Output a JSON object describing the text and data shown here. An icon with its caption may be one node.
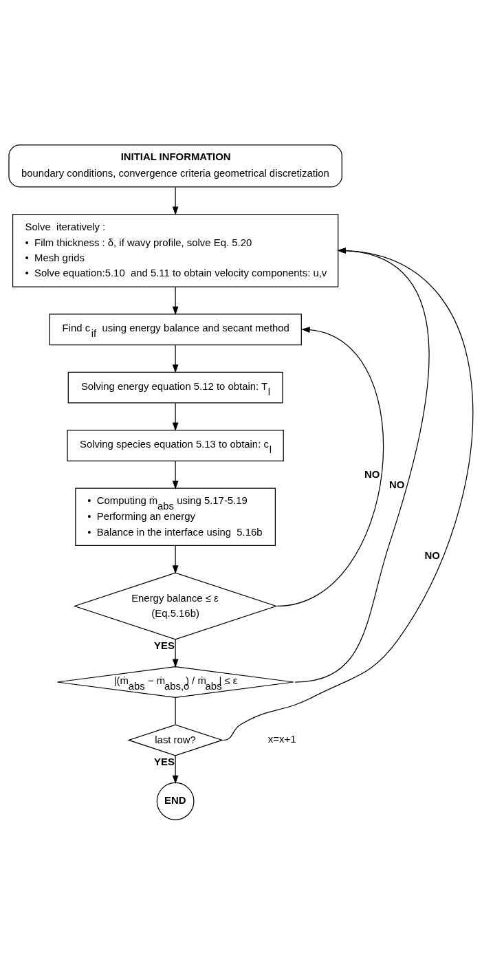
{
  "diagram": {
    "nodes": [
      {
        "text": [
          "INITIAL INFORMATION",
          "boundary conditions, convergence criteria geometrical discretization"
        ]
      },
      {
        "text": [
          "Solve  iteratively :",
          "•  Film thickness : δ, if wavy profile, solve Eq. 5.20",
          "•  Mesh grids",
          "•  Solve equation:5.10  and 5.11 to obtain velocity components: u,v"
        ]
      },
      {
        "text": [
          "Find c$_{if}$  using energy balance and secant method"
        ]
      },
      {
        "text": [
          "Solving energy equation 5.12 to obtain: T$_{l}$"
        ]
      },
      {
        "text": [
          "Solving species equation 5.13 to obtain: c$_{l}$"
        ]
      },
      {
        "text": [
          "•  Computing ṁ$_{abs}$  using 5.17-5.19",
          "•  Performing an energy",
          "•  Balance in the interface using  5.16b"
        ]
      },
      {
        "text": [
          "Energy balance ≤ ε",
          "(Eq.5.16b)"
        ]
      },
      {
        "text": [
          "|(ṁ$_{abs}$ − ṁ$_{abs,o}$) / ṁ$_{abs}$| ≤ ε"
        ]
      },
      {
        "text": [
          "last row?"
        ]
      },
      {
        "text": [
          "END"
        ]
      }
    ],
    "edges": [
      {
        "from": 0,
        "to": 1,
        "arrow": "to"
      },
      {
        "from": 1,
        "to": 2,
        "arrow": "to"
      },
      {
        "from": 2,
        "to": 3,
        "arrow": "to"
      },
      {
        "from": 3,
        "to": 4,
        "arrow": "to"
      },
      {
        "from": 4,
        "to": 5,
        "arrow": "to"
      },
      {
        "from": 5,
        "to": 6,
        "arrow": "to"
      },
      {
        "from": 6,
        "to": 2,
        "arrow": "to",
        "label": "NO"
      },
      {
        "from": 6,
        "to": 7,
        "arrow": "to",
        "label": "YES"
      },
      {
        "from": 7,
        "to": 1,
        "arrow": "to",
        "label": "NO"
      },
      {
        "from": 7,
        "to": 8,
        "arrow": "none"
      },
      {
        "from": 8,
        "to": 1,
        "arrow": "to",
        "label": "NO"
      },
      {
        "from": 8,
        "to": 9,
        "arrow": "to",
        "label": "YES"
      }
    ],
    "labels": [
      "x=x+1"
    ]
  }
}
